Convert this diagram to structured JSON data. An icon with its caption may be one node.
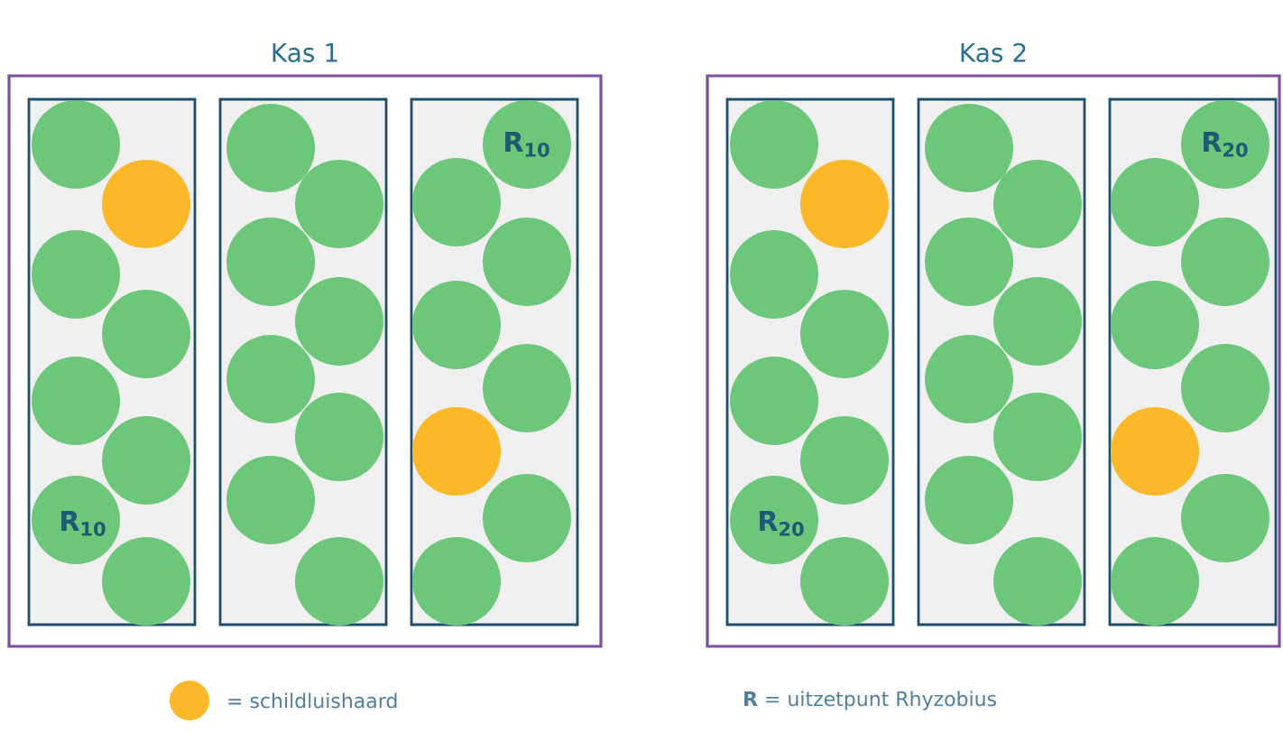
{
  "diagram": {
    "nodes": [
      {
        "text": [
          "Kas 1"
        ]
      },
      {
        "text": [],
        "shape": "box",
        "in": 0
      },
      {
        "text": [],
        "shape": "box",
        "in": 0
      },
      {
        "text": [],
        "shape": "box",
        "in": 0
      },
      {
        "text": [
          "Kas 2"
        ]
      },
      {
        "text": [],
        "shape": "box",
        "in": 4
      },
      {
        "text": [],
        "shape": "box",
        "in": 4
      },
      {
        "text": [],
        "shape": "box",
        "in": 4
      }
    ],
    "edges": [],
    "labels": [
      "R$_{10}$",
      "R$_{10}$",
      "R$_{20}$",
      "R$_{20}$"
    ],
    "legend": [
      {
        "text": "= schildluishaard",
        "color": "#fbb829"
      },
      {
        "text": "**R** = uitzetpunt Rhyzobius"
      }
    ]
  }
}
